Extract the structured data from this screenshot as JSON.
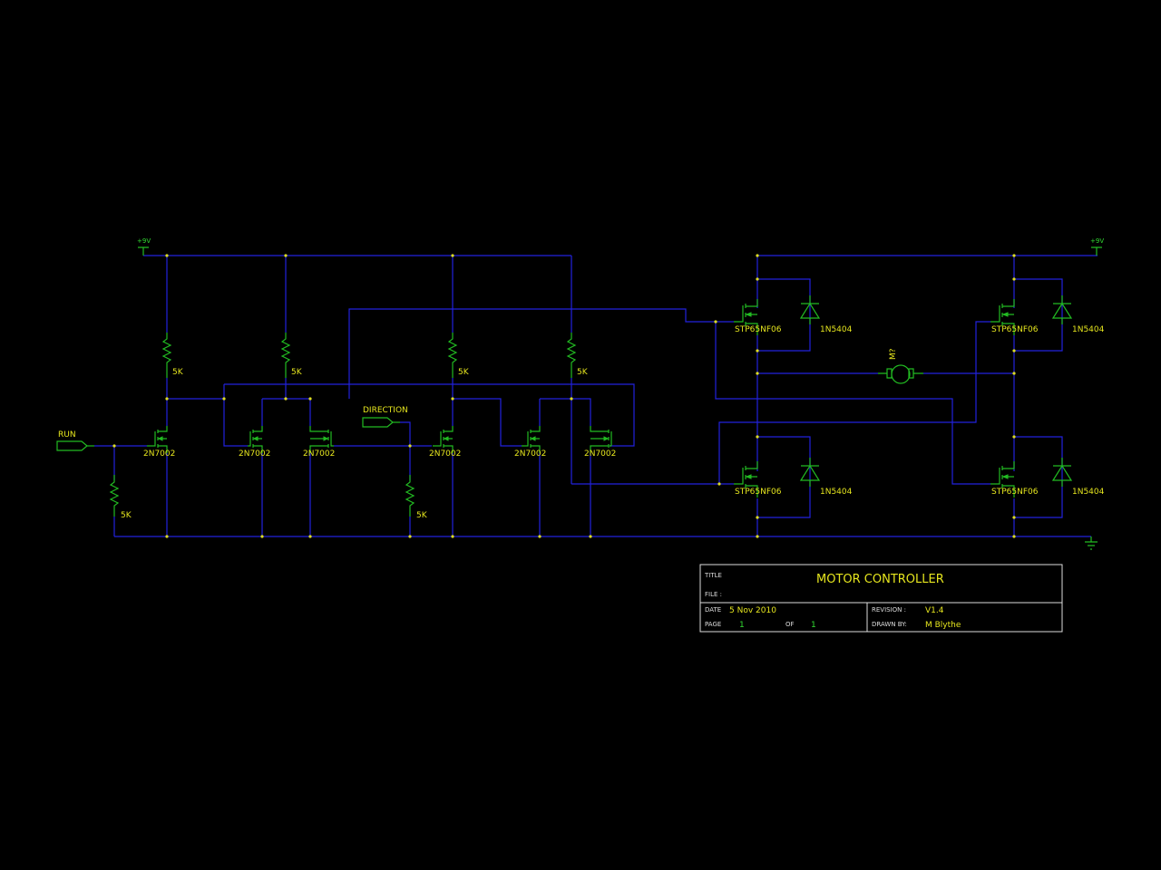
{
  "power": {
    "left_label": "+9V",
    "right_label": "+9V"
  },
  "inputs": {
    "run": "RUN",
    "direction": "DIRECTION"
  },
  "resistors": {
    "value": "5K"
  },
  "small_mosfets": {
    "part": "2N7002"
  },
  "power_mosfets": {
    "part": "STP65NF06"
  },
  "diodes": {
    "part": "1N5404"
  },
  "motor": {
    "ref": "M?"
  },
  "title_block": {
    "title_label": "TITLE",
    "title_value": "MOTOR CONTROLLER",
    "file_label": "FILE :",
    "date_label": "DATE",
    "date_value": "5 Nov 2010",
    "page_label": "PAGE",
    "page_value": "1",
    "of_label": "OF",
    "of_value": "1",
    "revision_label": "REVISION :",
    "revision_value": "V1.4",
    "drawn_by_label": "DRAWN BY:",
    "drawn_by_value": "M Blythe"
  },
  "colors": {
    "wire": "#2222dd",
    "component": "#22bb22",
    "label": "#e6e61e",
    "background": "#000000"
  }
}
